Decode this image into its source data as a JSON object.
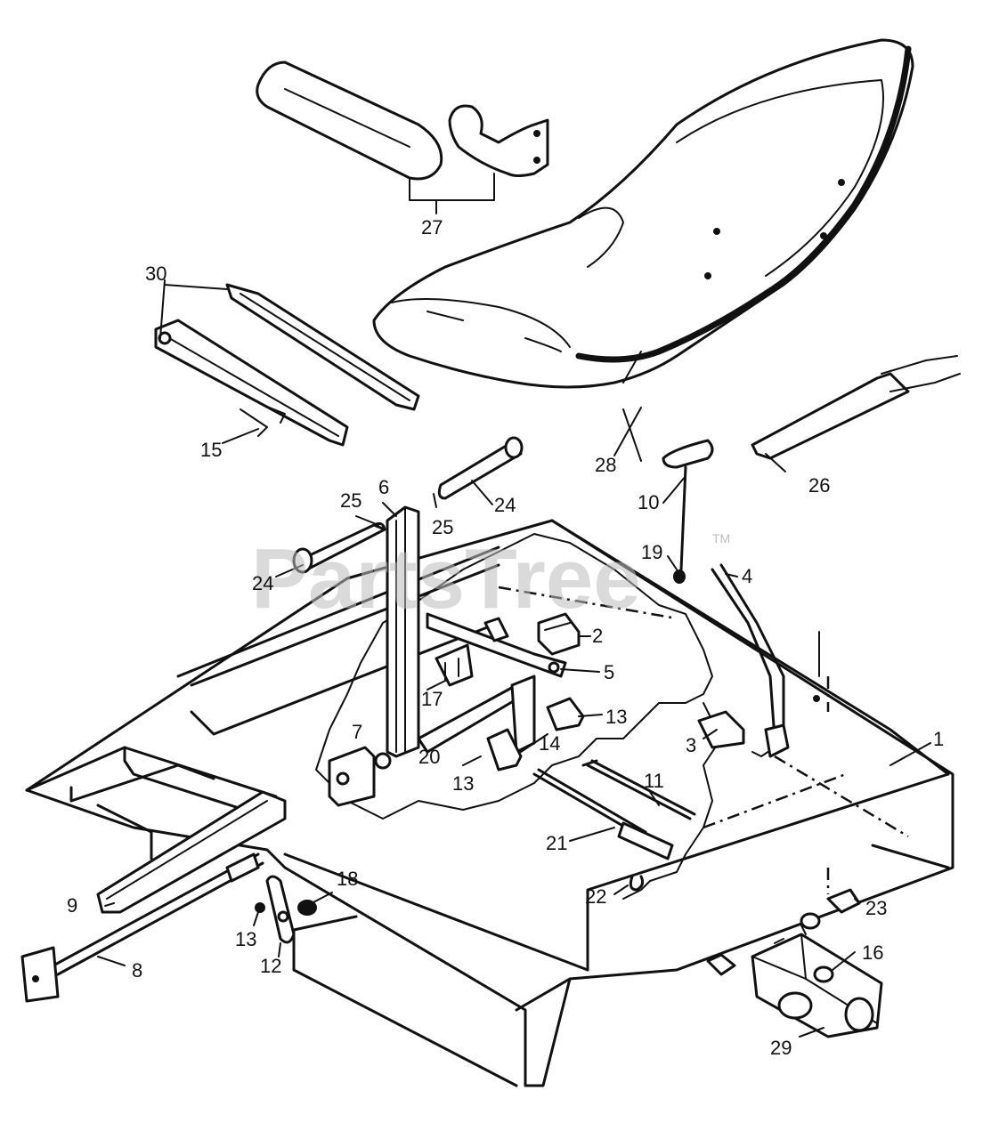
{
  "watermark": {
    "text": "PartsTree",
    "trademark": "TM"
  },
  "callouts": {
    "c1": "1",
    "c2": "2",
    "c3": "3",
    "c4": "4",
    "c5": "5",
    "c6": "6",
    "c7": "7",
    "c8": "8",
    "c9": "9",
    "c10": "10",
    "c11": "11",
    "c12": "12",
    "c13a": "13",
    "c13b": "13",
    "c13c": "13",
    "c14": "14",
    "c15": "15",
    "c16": "16",
    "c17": "17",
    "c18": "18",
    "c19": "19",
    "c20": "20",
    "c21": "21",
    "c22": "22",
    "c23": "23",
    "c24a": "24",
    "c24b": "24",
    "c25a": "25",
    "c25b": "25",
    "c26": "26",
    "c27": "27",
    "c28": "28",
    "c29": "29",
    "c30": "30"
  }
}
